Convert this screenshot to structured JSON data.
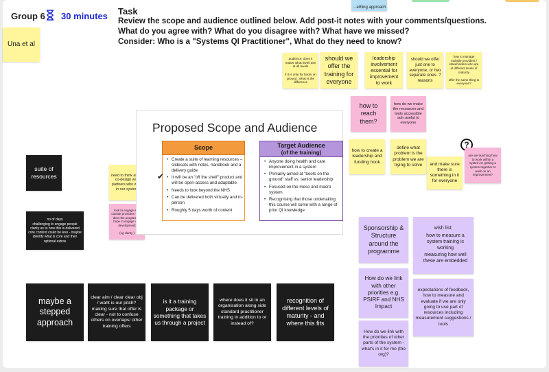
{
  "header": {
    "group": "Group 6",
    "timer": "30 minutes",
    "task_label": "Task",
    "task_lines": [
      "Review the scope and audience outlined below. Add post-it notes with your comments/questions.",
      "What do you agree with? What do you disagree with? What have we missed?",
      "Consider: Who is a \"Systems QI Practitioner\", What do they need to know?"
    ],
    "top_note": "…ething approach"
  },
  "name_note": "Una et al",
  "slide": {
    "title": "Proposed Scope and Audience",
    "scope": {
      "heading": "Scope",
      "items": [
        "Create a suite of learning resources – slidesets with notes, handbook and a delivery guide",
        "It will be an \"off the shelf\" product and will be open-access and adaptable",
        "Needs to look beyond the NHS",
        "Can be delivered both virtually and in-person",
        "Roughly 5 days worth of content"
      ]
    },
    "audience": {
      "heading": "Target Audience",
      "subheading": "(of the training)",
      "items": [
        "Anyone doing health and care improvement in a system",
        "Primarily aimed at \"boots on the ground\" staff vs. senior leadership",
        "Focused on the meso and macro system",
        "Recognising that those undertaking this course will come with a range of prior QI knowledge"
      ]
    }
  },
  "stickies": {
    "y1": "audience: does it matter what level/ aim at all levels\n\nif it is only for boots on ground , what is the difference",
    "y2": "should we offer the training for everyone",
    "y3": "leadership involvement essential for improvement to work",
    "y4": "should we offer just one to everyone, or two separate ones. ? reasons",
    "y5": "how to manage multiple providers / stakeholders who are at different levels of maturity\n\noffer the same thing to everyone?",
    "p1": "how to reach them?",
    "p2": "how do we make the resources and tools accessible adn useful to everyone",
    "y6": "how to create a leadership and funding hook",
    "y7": "define what problem is the problem we are trying to solve",
    "y8": "and make sure there is something in it for everyone",
    "p3": "are we teaching how to work within a system or getting a system together to work on an improvement?",
    "y9": "need to think about co-design with partners who work in our system",
    "p4": "look to engage with outside providers - how does the programme hope to engage with development\n\n(eg clarity )",
    "k1": "suite of resources",
    "k2": "no of days\nchallenging to engage people\nclarity as to how this is delivered\ncore content could be less - maybe identify what is core and then optional extras",
    "k3": "maybe a stepped approach",
    "k4": "clear aim / clear clear obj / waht is our pitch? making sure that offer is clear - not to confuse others on overlaps/ other training offers",
    "k5": "is it a training package or something that takes us through a project",
    "k6": "where does it sit in an organisation along side standard practitioner training in addition to or instead of?",
    "k7": "recognition of different levels of maturity - and where this fits",
    "v1": "Sponsorship & Structure around the programme",
    "v2_title": "wish list:",
    "v2_items": [
      "how to measure a system training is working",
      "measuring how well these are embedded"
    ],
    "v3": "How do we link with other priorities e.g. PSIRF and NHS Impact",
    "v4": "expectations of feedback, how to measure and evaluate if we are only going to use part of resources including measurement suggestions / tools",
    "v5": "How do we link with the priorities of other parts of the system - what's in it for me (the org)?"
  },
  "colors": {
    "yellow": "#fff59a",
    "pink": "#f8b8d8",
    "violet": "#dcc8fb",
    "black": "#1c1c1c",
    "blue": "#b5def4",
    "scope_orange": "#f39a3c",
    "audience_purple": "#7b4ea8",
    "timer_blue": "#1d2bd1"
  },
  "icons": {
    "timer": "hourglass-icon",
    "question": "question-circle-icon",
    "check": "checkmark-icon"
  }
}
